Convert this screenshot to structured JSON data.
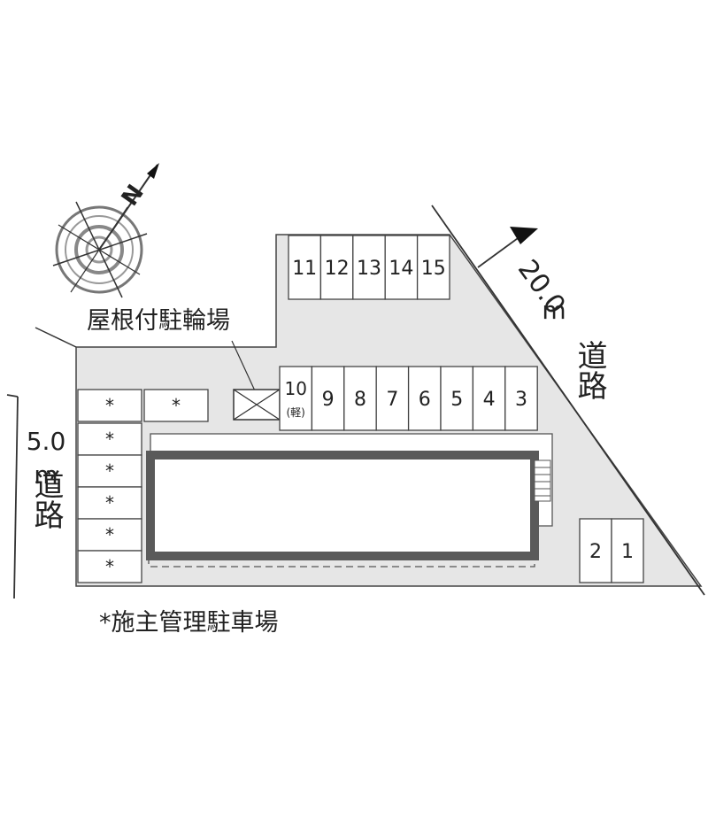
{
  "compass": {
    "north_label": "N"
  },
  "bicycle_parking_label": "屋根付駐輪場",
  "roads": {
    "west": {
      "width": "5.0",
      "unit": "m",
      "name": "道路"
    },
    "northeast": {
      "width": "20.0",
      "unit": "m",
      "name": "道路"
    }
  },
  "parking": {
    "top_row": [
      "11",
      "12",
      "13",
      "14",
      "15"
    ],
    "middle_row": [
      "10",
      "9",
      "8",
      "7",
      "6",
      "5",
      "4",
      "3"
    ],
    "kei_mark": "(軽)",
    "right_pair": [
      "2",
      "1"
    ],
    "owner_mark": "*"
  },
  "legend": {
    "owner_parking": "*施主管理駐車場"
  },
  "colors": {
    "ground": "#e6e6e6",
    "building_wall": "#5a5a5a",
    "line": "#333333"
  }
}
